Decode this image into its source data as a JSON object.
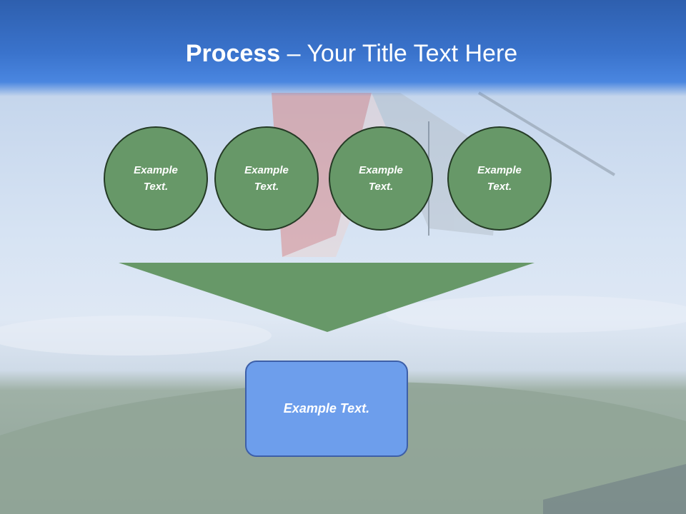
{
  "title": {
    "bold": "Process",
    "rest": " – Your Title Text Here"
  },
  "circles": [
    {
      "line1": "Example",
      "line2": "Text."
    },
    {
      "line1": "Example",
      "line2": "Text."
    },
    {
      "line1": "Example",
      "line2": "Text."
    },
    {
      "line1": "Example",
      "line2": "Text."
    }
  ],
  "result_box": {
    "label": "Example Text."
  },
  "colors": {
    "circle_fill": "#679868",
    "circle_border": "#253b26",
    "arrow_fill": "#679868",
    "box_fill": "#6d9eec",
    "header": "#3a73cc"
  }
}
